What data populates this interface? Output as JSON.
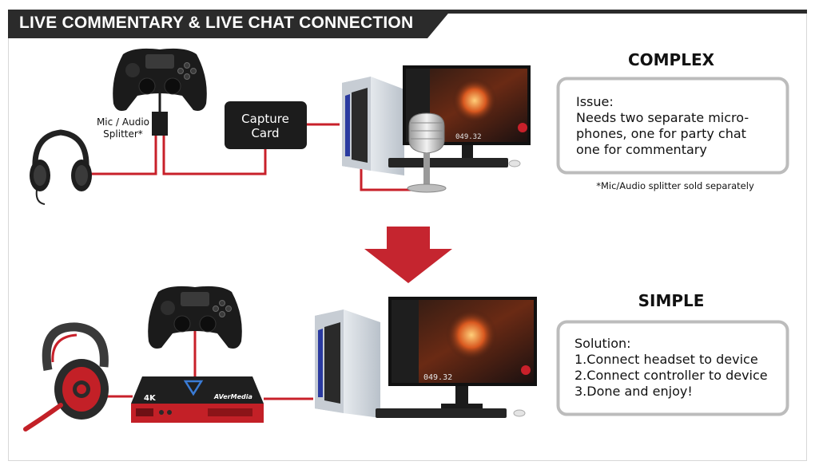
{
  "header": {
    "title": "LIVE COMMENTARY & LIVE CHAT CONNECTION"
  },
  "complex": {
    "title": "COMPLEX",
    "splitter_label": [
      "Mic / Audio",
      "Splitter*"
    ],
    "capture_card_label": [
      "Capture",
      "Card"
    ],
    "issue_lines": [
      "Issue:",
      "Needs two separate micro-",
      "phones, one for party chat",
      "one for commentary"
    ],
    "note": "*Mic/Audio splitter sold separately",
    "screen_readout": "049.32"
  },
  "simple": {
    "title": "SIMPLE",
    "solution_lines": [
      "Solution:",
      "1.Connect headset to device",
      "2.Connect controller to device",
      "3.Done and enjoy!"
    ],
    "device_brand": "AVerMedia",
    "device_badge": "4K",
    "screen_readout": "049.32"
  },
  "colors": {
    "header_bg": "#2b2b2b",
    "cable": "#c8202a",
    "arrow": "#c5252f",
    "box_border": "#bcbcbc",
    "capture_card": "#1c1c1c"
  }
}
